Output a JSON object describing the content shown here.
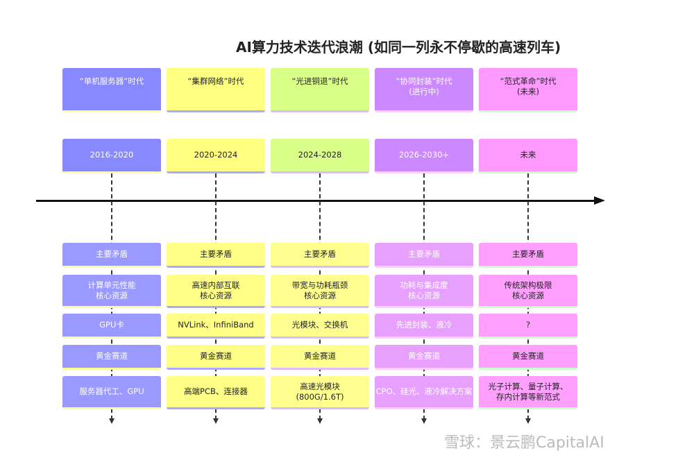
{
  "title": "AI算力技术迭代浪潮 (如同一列永不停歇的高速列车)",
  "watermark": "雪球：景云鹏CapitalAI",
  "columns": [
    {
      "era": "“单机服务器”时代",
      "years": "2016-2020",
      "contradiction_label": "主要矛盾",
      "contradiction": "计算单元性能\n核心资源",
      "resource": "GPU卡",
      "golden_label": "黄金赛道",
      "golden": "服务器代工、GPU",
      "colors": {
        "hdr": "#8888ff",
        "lo": "#9999ff",
        "text": "#ffffff",
        "edge": "#ffff99"
      }
    },
    {
      "era": "“集群网络”时代",
      "years": "2020-2024",
      "contradiction_label": "主要矛盾",
      "contradiction": "高速内部互联\n核心资源",
      "resource": "NVLink、InfiniBand",
      "golden_label": "黄金赛道",
      "golden": "高端PCB、连接器",
      "colors": {
        "hdr": "#ffff80",
        "lo": "#ffff88",
        "text": "#222222",
        "edge": "#aaaaff"
      }
    },
    {
      "era": "“光进铜退”时代",
      "years": "2024-2028",
      "contradiction_label": "主要矛盾",
      "contradiction": "带宽与功耗瓶颈\n核心资源",
      "resource": "光模块、交换机",
      "golden_label": "黄金赛道",
      "golden": "高速光模块\n(800G/1.6T)",
      "colors": {
        "hdr": "#d9ff88",
        "lo": "#ffff90",
        "text": "#222222",
        "edge": "#ddbbff"
      }
    },
    {
      "era": "“协同封装”时代\n(进行中)",
      "years": "2026-2030+",
      "contradiction_label": "主要矛盾",
      "contradiction": "功耗与集成度\n核心资源",
      "resource": "先进封装、液冷",
      "golden_label": "黄金赛道",
      "golden": "CPO、硅光、液冷解决方案",
      "colors": {
        "hdr": "#cc88ff",
        "lo": "#e8a0ff",
        "text": "#ffffff",
        "edge": "#ffccff"
      }
    },
    {
      "era": "“范式革命”时代\n(未来)",
      "years": "未来",
      "contradiction_label": "主要矛盾",
      "contradiction": "传统架构极限\n核心资源",
      "resource": "?",
      "golden_label": "黄金赛道",
      "golden": "光子计算、量子计算、\n存内计算等新范式",
      "colors": {
        "hdr": "#ff99ff",
        "lo": "#ffa0ff",
        "text": "#222222",
        "edge": "#ccffcc"
      }
    }
  ]
}
